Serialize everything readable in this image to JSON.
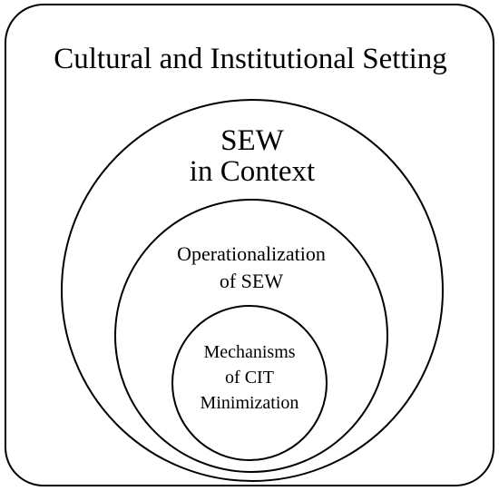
{
  "diagram": {
    "outer": {
      "label": "Cultural and Institutional Setting"
    },
    "level1": {
      "line1": "SEW",
      "line2": "in Context"
    },
    "level2": {
      "line1": "Operationalization",
      "line2": "of SEW"
    },
    "level3": {
      "line1": "Mechanisms",
      "line2": "of CIT",
      "line3": "Minimization"
    }
  }
}
